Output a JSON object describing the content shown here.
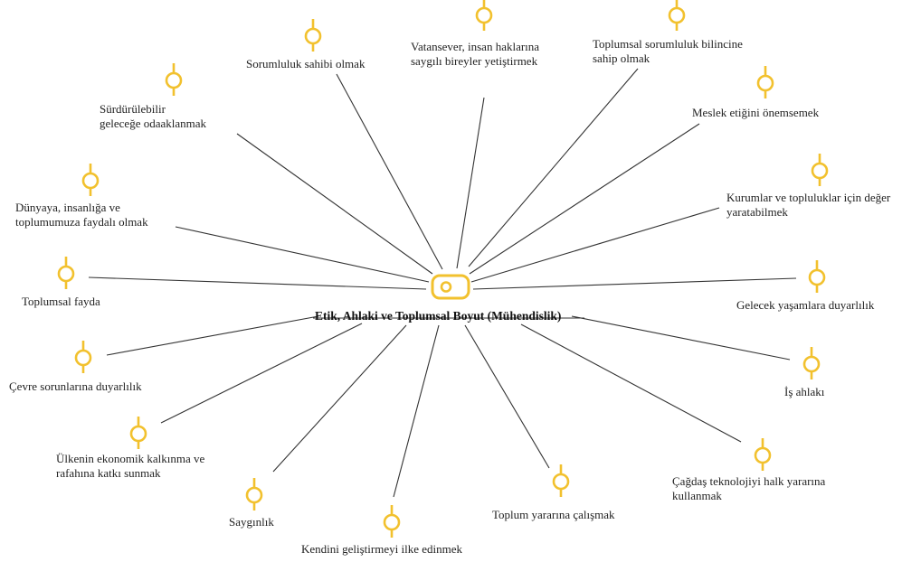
{
  "diagram": {
    "center": {
      "title": "Etik, Ahlaki ve Toplumsal Boyut (Mühendislik)",
      "icon": "ticket-icon"
    },
    "accent_color": "#F2C12E",
    "line_color": "#333333",
    "nodes": [
      {
        "lines": [
          "Vatansever, insan haklarına",
          "saygılı bireyler yetiştirmek"
        ]
      },
      {
        "lines": [
          "Toplumsal sorumluluk bilincine",
          "sahip olmak"
        ]
      },
      {
        "lines": [
          "Sorumluluk sahibi olmak"
        ]
      },
      {
        "lines": [
          "Meslek etiğini önemsemek"
        ]
      },
      {
        "lines": [
          "Sürdürülebilir",
          "geleceğe odaaklanmak"
        ]
      },
      {
        "lines": [
          "Kurumlar ve topluluklar için değer",
          "yaratabilmek"
        ]
      },
      {
        "lines": [
          "Dünyaya, insanlığa ve",
          "toplumumuza faydalı olmak"
        ]
      },
      {
        "lines": [
          "Toplumsal fayda"
        ]
      },
      {
        "lines": [
          "Gelecek yaşamlara duyarlılık"
        ]
      },
      {
        "lines": [
          "Çevre sorunlarına duyarlılık"
        ]
      },
      {
        "lines": [
          "İş ahlakı"
        ]
      },
      {
        "lines": [
          "Ülkenin ekonomik kalkınma ve",
          "rafahına katkı sunmak"
        ]
      },
      {
        "lines": [
          "Çağdaş teknolojiyi halk yararına",
          "kullanmak"
        ]
      },
      {
        "lines": [
          "Saygınlık"
        ]
      },
      {
        "lines": [
          "Toplum yararına çalışmak"
        ]
      },
      {
        "lines": [
          "Kendini geliştirmeyi ilke edinmek"
        ]
      }
    ]
  }
}
